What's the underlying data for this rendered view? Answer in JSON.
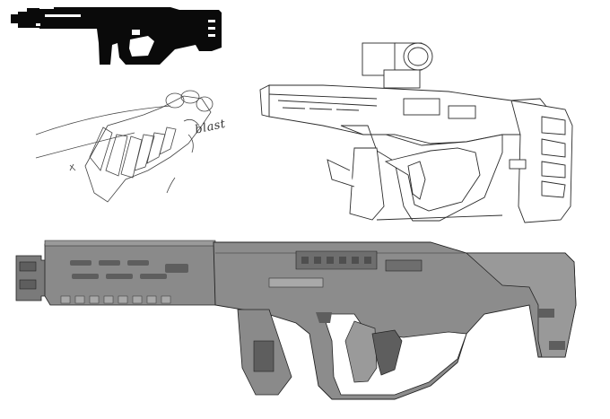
{
  "sheet": {
    "annotation": "blast",
    "colors": {
      "background": "#ffffff",
      "silhouette": "#0a0a0a",
      "line": "#2b2b2b",
      "body_gray": "#8a8a8a",
      "dark_gray": "#5e5e5e",
      "light_gray": "#a9a9a9"
    },
    "panels": [
      "silhouette-sketch",
      "hand-blast-sketch",
      "perspective-lineart",
      "gray-side-view"
    ]
  }
}
